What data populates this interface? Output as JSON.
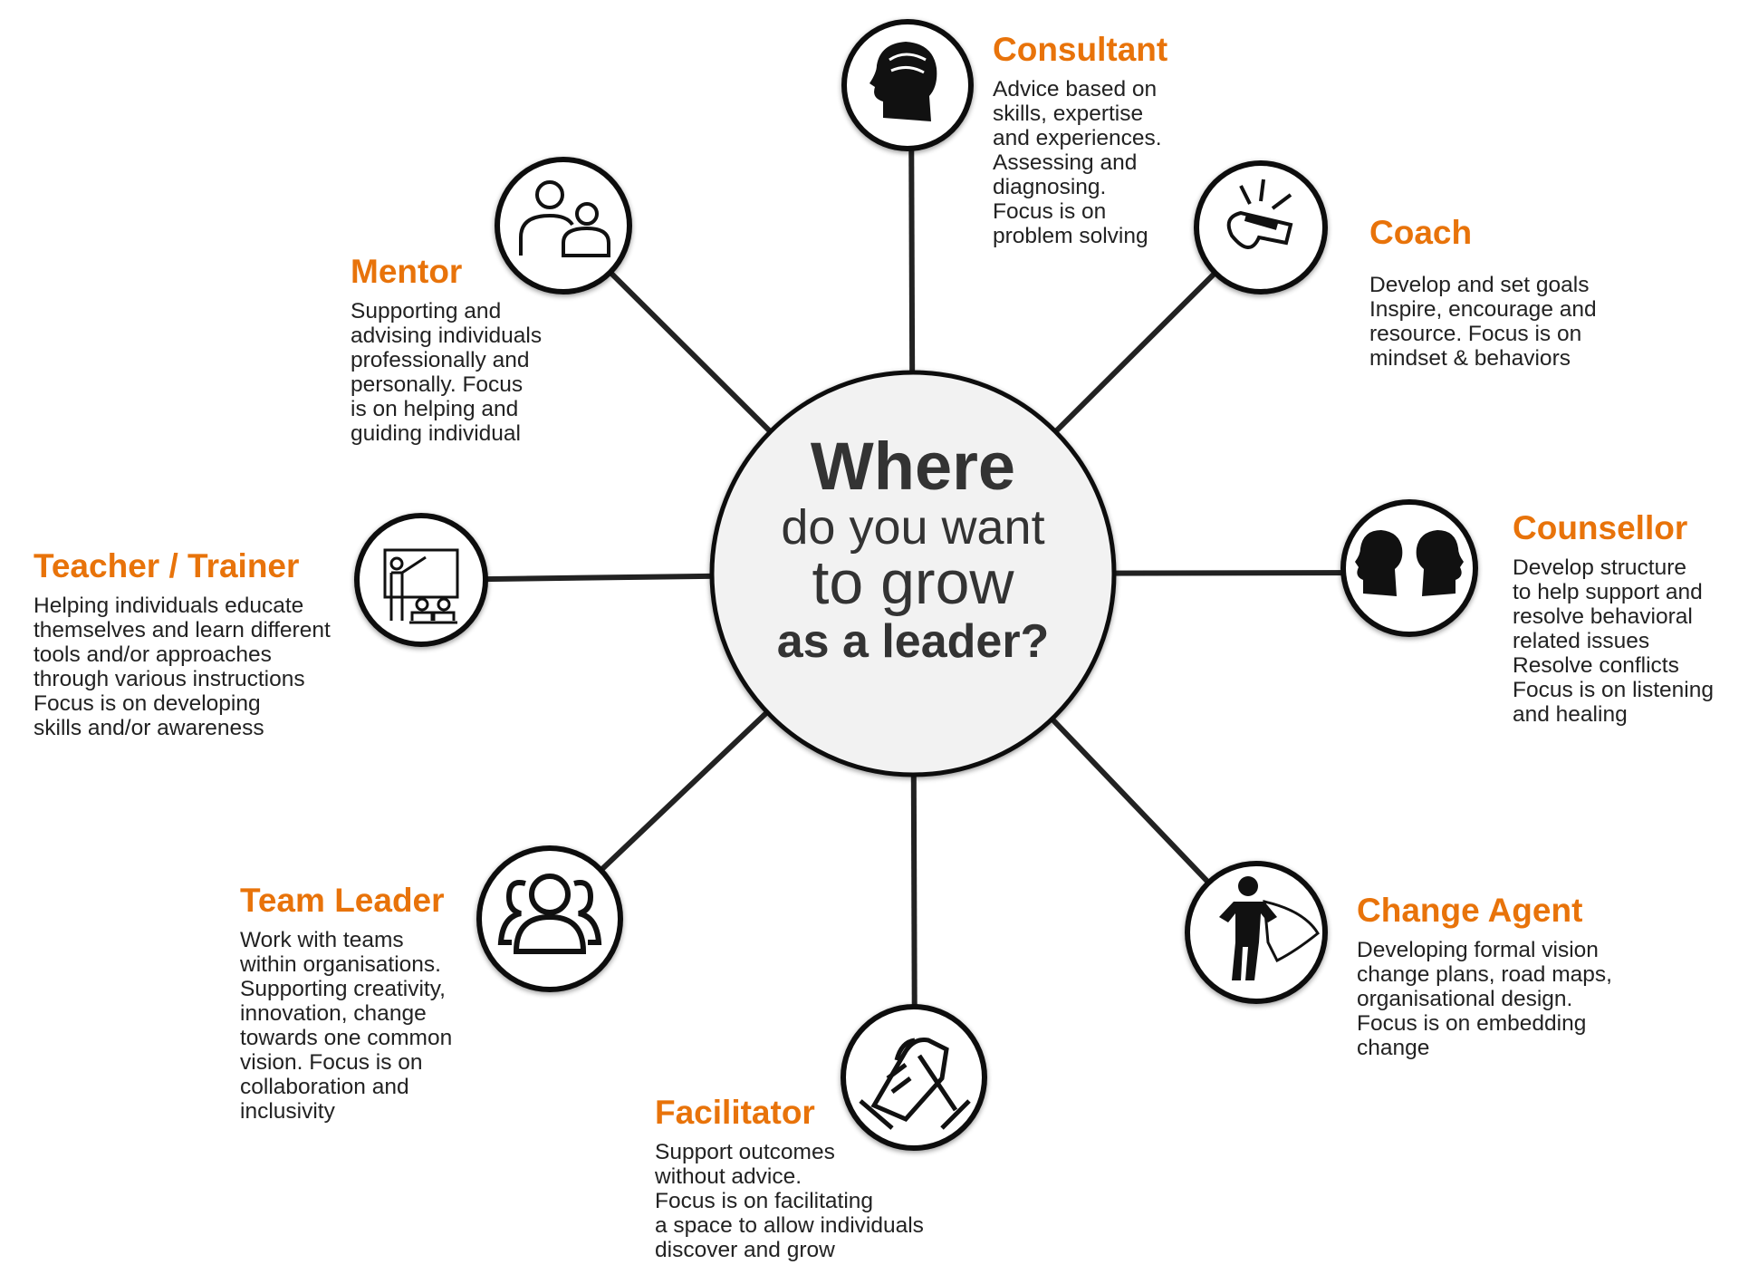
{
  "center": {
    "line1": "Where",
    "line2": "do you want",
    "line3": "to grow",
    "line4": "as a leader?"
  },
  "accent_color": "#E8730A",
  "roles": [
    {
      "title": "Consultant",
      "text": "Advice based on\nskills, expertise\nand experiences.\nAssessing and\ndiagnosing.\nFocus is on\nproblem solving",
      "icon": "head-brain-icon"
    },
    {
      "title": "Coach",
      "text": "Develop and set goals\nInspire, encourage and\nresource. Focus is on\nmindset & behaviors",
      "icon": "whistle-icon"
    },
    {
      "title": "Counsellor",
      "text": "Develop structure\nto help support and\nresolve behavioral\nrelated issues\nResolve conflicts\nFocus is on listening\nand healing",
      "icon": "two-heads-icon"
    },
    {
      "title": "Change Agent",
      "text": "Developing formal vision\nchange plans, road maps,\norganisational design.\nFocus is on embedding\nchange",
      "icon": "superhero-icon"
    },
    {
      "title": "Facilitator",
      "text": "Support outcomes\nwithout advice.\nFocus is on facilitating\na space to allow individuals\ndiscover and grow",
      "icon": "handshake-icon"
    },
    {
      "title": "Team Leader",
      "text": "Work with teams\nwithin organisations.\nSupporting creativity,\ninnovation, change\ntowards one common\nvision. Focus is on\ncollaboration and\ninclusivity",
      "icon": "team-icon"
    },
    {
      "title": "Teacher / Trainer",
      "text": "Helping individuals educate\nthemselves and learn different\ntools and/or approaches\nthrough various instructions\nFocus is on developing\nskills and/or awareness",
      "icon": "classroom-icon"
    },
    {
      "title": "Mentor",
      "text": "Supporting and\nadvising individuals\nprofessionally and\npersonally. Focus\nis on helping and\nguiding individual",
      "icon": "mentor-people-icon"
    }
  ]
}
